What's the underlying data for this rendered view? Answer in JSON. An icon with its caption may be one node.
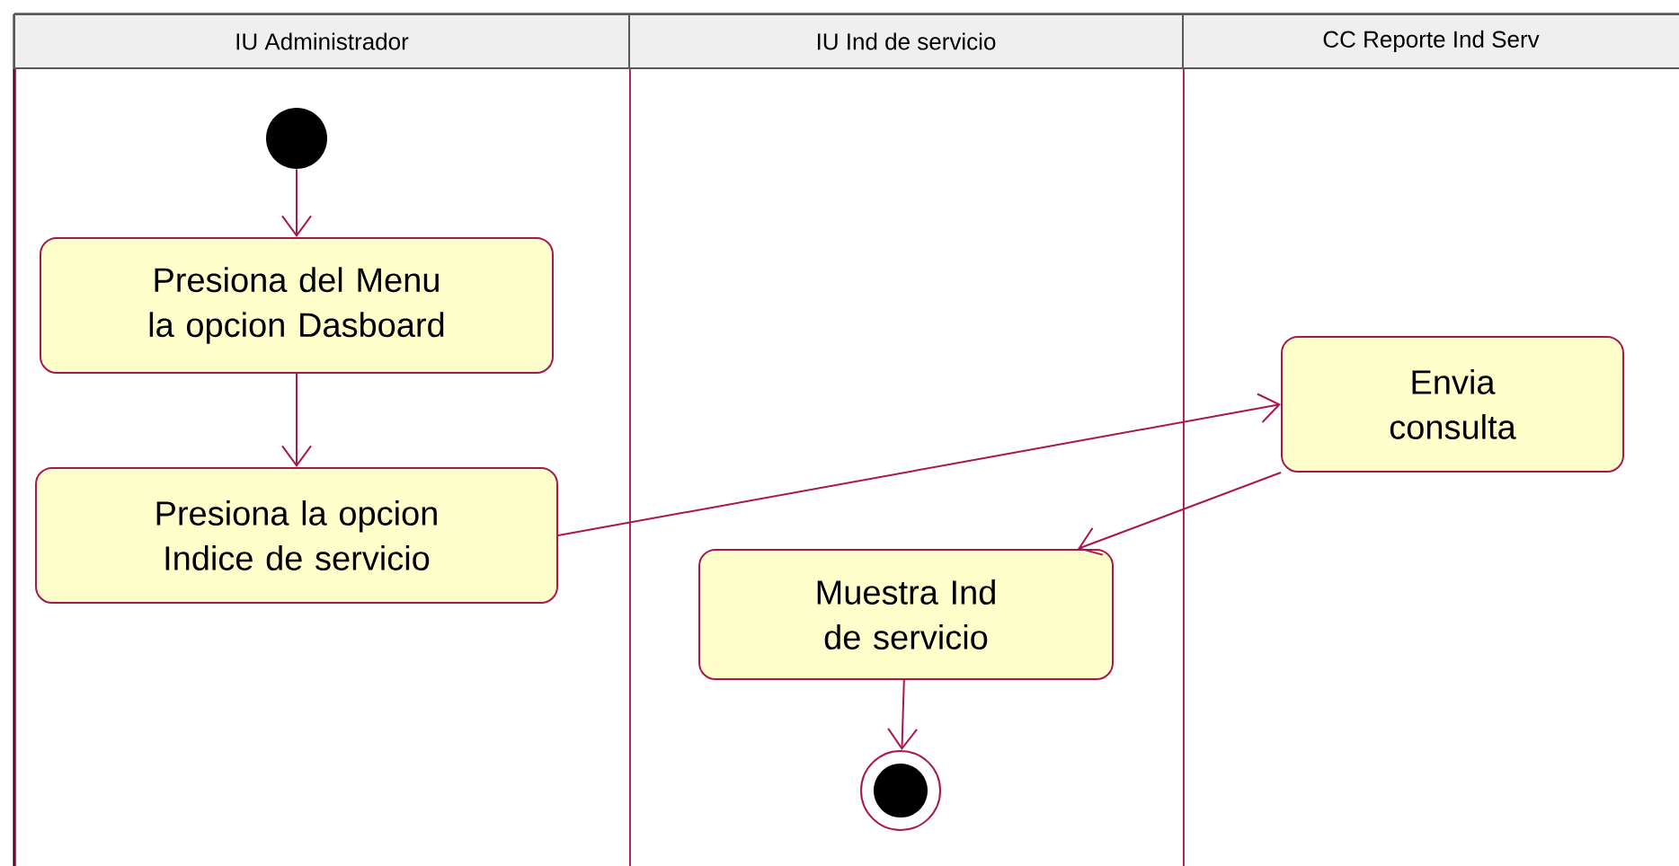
{
  "diagram": {
    "nodes": [
      {
        "text": [
          "IU Administrador"
        ]
      },
      {
        "text": [
          "IU Ind de servicio"
        ]
      },
      {
        "text": [
          "CC Reporte Ind Serv"
        ]
      },
      {
        "text": [],
        "shape": "circle",
        "in": 0
      },
      {
        "text": [
          "Presiona del Menu la opcion Dasboard"
        ],
        "in": 0
      },
      {
        "text": [
          "Presiona la opcion Indice de servicio"
        ],
        "in": 0
      },
      {
        "text": [
          "Envia consulta"
        ],
        "in": 2
      },
      {
        "text": [
          "Muestra Ind de servicio"
        ],
        "in": 1
      },
      {
        "text": [],
        "shape": "bullseye",
        "in": 1
      }
    ],
    "edges": [
      {
        "from": 3,
        "to": 4,
        "arrow": "to"
      },
      {
        "from": 4,
        "to": 5,
        "arrow": "to"
      },
      {
        "from": 5,
        "to": 6,
        "arrow": "to"
      },
      {
        "from": 6,
        "to": 7,
        "arrow": "to"
      },
      {
        "from": 7,
        "to": 8,
        "arrow": "to"
      }
    ]
  }
}
